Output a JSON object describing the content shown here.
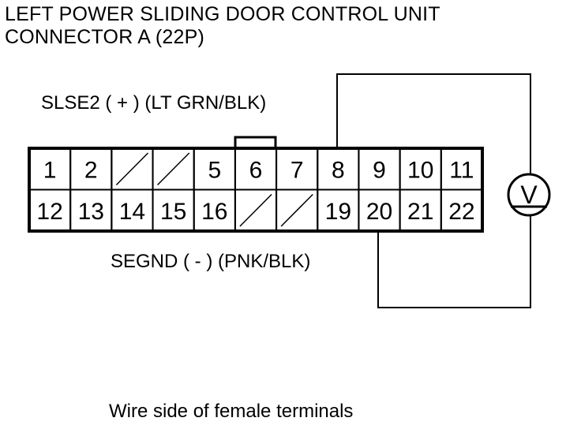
{
  "title": {
    "line1": "LEFT POWER SLIDING DOOR CONTROL UNIT",
    "line2": "CONNECTOR A (22P)"
  },
  "labels": {
    "positive_wire": "SLSE2 ( + ) (LT GRN/BLK)",
    "ground_wire": "SEGND ( - ) (PNK/BLK)",
    "footer": "Wire side of female terminals"
  },
  "meter": {
    "symbol": "V",
    "icon": "voltmeter-icon"
  },
  "connector": {
    "rows": [
      [
        "1",
        "2",
        "",
        "",
        "5",
        "6",
        "7",
        "8",
        "9",
        "10",
        "11"
      ],
      [
        "12",
        "13",
        "14",
        "15",
        "16",
        "",
        "",
        "19",
        "20",
        "21",
        "22"
      ]
    ],
    "probe_positive": "8",
    "probe_ground": "20"
  }
}
